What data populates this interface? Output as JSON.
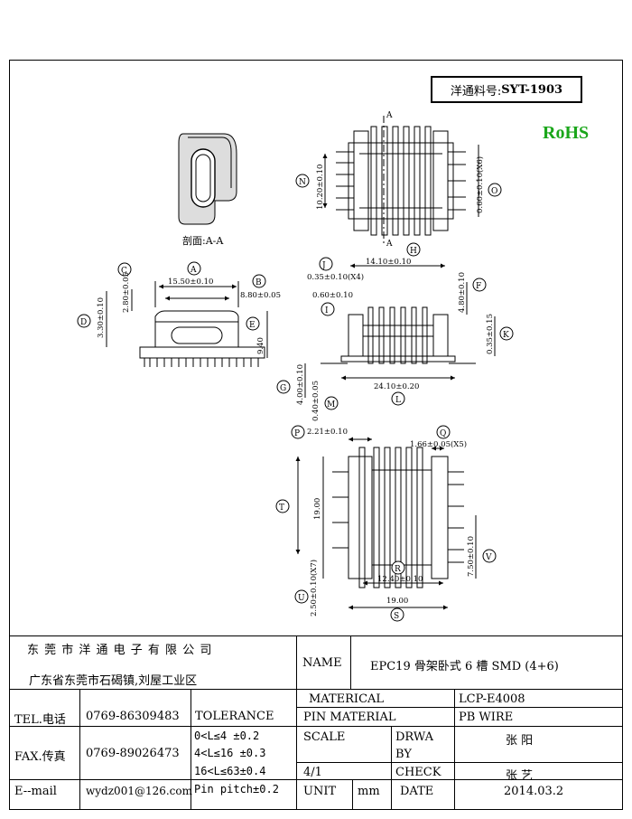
{
  "part_number": {
    "label": "洋通料号:",
    "value": "SYT-1903"
  },
  "rohs": "RoHS",
  "section_label": "剖面:A-A",
  "views": {
    "top_view": {
      "section_marks": [
        "A",
        "A"
      ],
      "dims": [
        {
          "balloon": "N",
          "text": "10.20±0.10"
        },
        {
          "balloon": "O",
          "text": "0.60±0.10(X6)"
        }
      ]
    },
    "end_view": {
      "dims": [
        {
          "balloon": "C",
          "text": "2.80±0.05"
        },
        {
          "balloon": "A",
          "text": "15.50±0.10"
        },
        {
          "balloon": "B",
          "text": "8.80±0.05"
        },
        {
          "balloon": "D",
          "text": "3.30±0.10"
        },
        {
          "balloon": "E",
          "text": "9.40"
        }
      ]
    },
    "side_view": {
      "dims": [
        {
          "balloon": "H",
          "text": "14.10±0.10"
        },
        {
          "balloon": "J",
          "text": "0.35±0.10(X4)"
        },
        {
          "balloon": "I",
          "text": "0.60±0.10"
        },
        {
          "balloon": "F",
          "text": "4.80±0.10"
        },
        {
          "balloon": "K",
          "text": "0.35±0.15"
        },
        {
          "balloon": "G",
          "text": "4.00±0.10"
        },
        {
          "balloon": "M",
          "text": "0.40±0.05"
        },
        {
          "balloon": "L",
          "text": "24.10±0.20"
        }
      ]
    },
    "bottom_view": {
      "dims": [
        {
          "balloon": "P",
          "text": "2.21±0.10"
        },
        {
          "balloon": "Q",
          "text": "1.66±0.05(X5)"
        },
        {
          "balloon": "T",
          "text": "19.00"
        },
        {
          "balloon": "R",
          "text": "12.40±0.10"
        },
        {
          "balloon": "V",
          "text": "7.50±0.10"
        },
        {
          "balloon": "U",
          "text": "2.50±0.10(X7)"
        },
        {
          "balloon": "S",
          "text": "19.00"
        }
      ]
    }
  },
  "title_block": {
    "company": "东 莞 市 洋 通 电 子 有 限 公 司",
    "address": "广东省东莞市石碣镇,刘屋工业区",
    "name_label": "NAME",
    "name_value": "EPC19  骨架卧式 6 槽 SMD (4+6)",
    "tel_label": "TEL.电话",
    "tel_value": "0769-86309483",
    "fax_label": "FAX.传真",
    "fax_value": "0769-89026473",
    "email_label": "E--mail",
    "email_value": "wydz001@126.com",
    "tolerance_label": "TOLERANCE",
    "tolerance_lines": [
      "0<L≤4   ±0.2",
      "4<L≤16  ±0.3",
      "16<L≤63±0.4",
      "Pin pitch±0.2"
    ],
    "material_label": "MATERICAL",
    "material_value": "LCP-E4008",
    "pin_material_label": "PIN MATERIAL",
    "pin_material_value": "PB WIRE",
    "scale_label": "SCALE",
    "scale_value": "4/1",
    "drawn_label_1": "DRWA",
    "drawn_label_2": "BY",
    "drawn_value": "张 阳",
    "check_label": "CHECK",
    "check_value": "张 艺",
    "unit_label": "UNIT",
    "unit_value": "mm",
    "date_label": "DATE",
    "date_value": "2014.03.2"
  }
}
